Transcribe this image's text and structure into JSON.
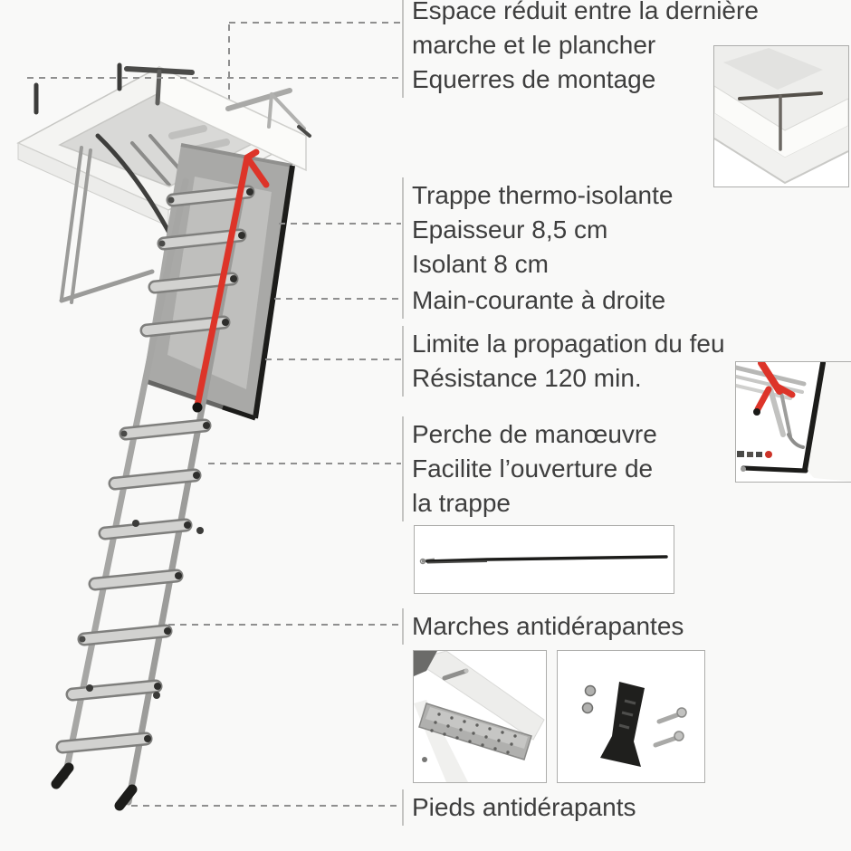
{
  "colors": {
    "background": "#f9f9f8",
    "text": "#3e3e3e",
    "leader_line": "#8f8f8f",
    "label_bar": "#c4c4c2",
    "handrail_red": "#dd3429",
    "seal_black": "#1c1c1a",
    "metal_gray": "#a9a9a7",
    "box_border": "#adadab"
  },
  "annotations": [
    {
      "id": "espace-reduit",
      "lines": [
        "Espace réduit entre la dernière",
        "marche et le plancher"
      ]
    },
    {
      "id": "equerres",
      "lines": [
        "Equerres de montage"
      ]
    },
    {
      "id": "trappe",
      "lines": [
        "Trappe thermo-isolante",
        "Epaisseur 8,5 cm",
        "Isolant 8 cm"
      ]
    },
    {
      "id": "main-courante",
      "lines": [
        "Main-courante à droite"
      ]
    },
    {
      "id": "limite-feu",
      "lines": [
        "Limite la propagation du feu",
        "Résistance 120 min."
      ]
    },
    {
      "id": "perche",
      "lines": [
        "Perche de manœuvre",
        "Facilite l’ouverture de",
        "la trappe"
      ]
    },
    {
      "id": "marches",
      "lines": [
        "Marches antidérapantes"
      ]
    },
    {
      "id": "pieds",
      "lines": [
        "Pieds antidérapants"
      ]
    }
  ],
  "illustration": {
    "name": "attic-loft-ladder-illustration"
  },
  "detail_images": [
    {
      "name": "frame-corner-t-handle-photo"
    },
    {
      "name": "hatch-door-fire-seal-photo"
    },
    {
      "name": "operating-pole-photo"
    },
    {
      "name": "anti-slip-step-photo"
    },
    {
      "name": "anti-slip-foot-photo"
    }
  ]
}
